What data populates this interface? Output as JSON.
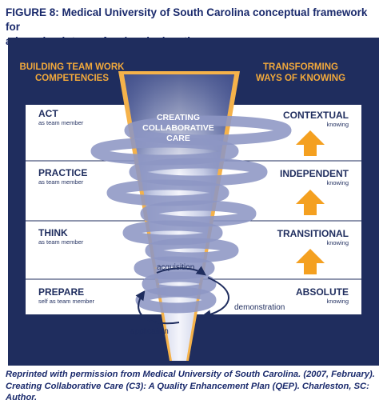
{
  "figure": {
    "title_line1": "FIGURE 8: Medical University of South Carolina conceptual framework for",
    "title_line2": "advancing interprofessional education.",
    "caption_line1": "Reprinted with permission from Medical University of South Carolina. (2007, February).",
    "caption_line2": "Creating Collaborative Care (C3): A Quality Enhancement Plan (QEP). Charleston, SC: Author."
  },
  "left_header": {
    "line1": "BUILDING TEAM WORK",
    "line2": "COMPETENCIES"
  },
  "right_header": {
    "line1": "TRANSFORMING",
    "line2": "WAYS OF KNOWING"
  },
  "funnel_label": {
    "line1": "CREATING",
    "line2": "COLLABORATIVE",
    "line3": "CARE"
  },
  "competencies": [
    {
      "label": "ACT",
      "sub": "as team member"
    },
    {
      "label": "PRACTICE",
      "sub": "as team member"
    },
    {
      "label": "THINK",
      "sub": "as team member"
    },
    {
      "label": "PREPARE",
      "sub": "self as team member"
    }
  ],
  "ways_of_knowing": [
    {
      "label": "CONTEXTUAL",
      "sub": "knowing"
    },
    {
      "label": "INDEPENDENT",
      "sub": "knowing"
    },
    {
      "label": "TRANSITIONAL",
      "sub": "knowing"
    },
    {
      "label": "ABSOLUTE",
      "sub": "knowing"
    }
  ],
  "cycle": {
    "acquisition": "acquisition",
    "demonstration": "demonstration",
    "application": "application"
  },
  "colors": {
    "navy": "#1f2d5e",
    "header_orange": "#f2a93b",
    "arrow_orange": "#f4a020",
    "row_background": "#ffffff",
    "spiral": "#8d96c4"
  }
}
